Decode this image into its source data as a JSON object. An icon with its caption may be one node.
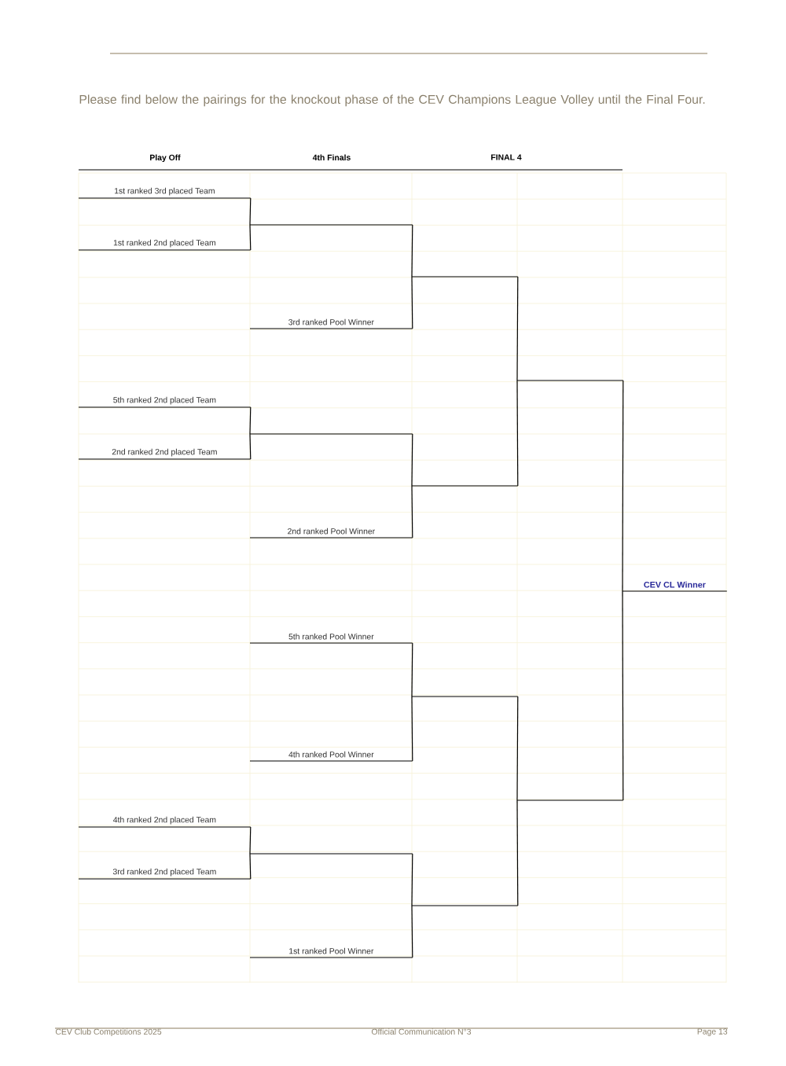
{
  "diagram": {
    "title": "Please find below the pairings for the knockout phase of the CEV Champions League Volley until the Final Four.",
    "nodes": [
      {
        "text": [
          "1st ranked 3rd placed Team"
        ]
      },
      {
        "text": [
          "1st ranked 2nd placed Team"
        ]
      },
      {
        "text": [],
        "shape": "line"
      },
      {
        "text": [
          "3rd ranked Pool Winner"
        ]
      },
      {
        "text": [],
        "shape": "line"
      },
      {
        "text": [
          "5th ranked 2nd placed Team"
        ]
      },
      {
        "text": [
          "2nd ranked 2nd placed Team"
        ]
      },
      {
        "text": [],
        "shape": "line"
      },
      {
        "text": [
          "2nd ranked Pool Winner"
        ]
      },
      {
        "text": [],
        "shape": "line"
      },
      {
        "text": [],
        "shape": "line"
      },
      {
        "text": [
          "5th ranked Pool Winner"
        ]
      },
      {
        "text": [
          "4th ranked Pool Winner"
        ]
      },
      {
        "text": [],
        "shape": "line"
      },
      {
        "text": [
          "4th ranked 2nd placed Team"
        ]
      },
      {
        "text": [
          "3rd ranked 2nd placed Team"
        ]
      },
      {
        "text": [],
        "shape": "line"
      },
      {
        "text": [
          "1st ranked Pool Winner"
        ]
      },
      {
        "text": [],
        "shape": "line"
      },
      {
        "text": [],
        "shape": "line"
      },
      {
        "text": [
          "CEV CL Winner"
        ]
      }
    ],
    "edges": [
      {
        "from": 0,
        "to": 2,
        "arrow": "none"
      },
      {
        "from": 1,
        "to": 2,
        "arrow": "none"
      },
      {
        "from": 2,
        "to": 4,
        "arrow": "none"
      },
      {
        "from": 3,
        "to": 4,
        "arrow": "none"
      },
      {
        "from": 5,
        "to": 7,
        "arrow": "none"
      },
      {
        "from": 6,
        "to": 7,
        "arrow": "none"
      },
      {
        "from": 7,
        "to": 9,
        "arrow": "none"
      },
      {
        "from": 8,
        "to": 9,
        "arrow": "none"
      },
      {
        "from": 4,
        "to": 10,
        "arrow": "none"
      },
      {
        "from": 9,
        "to": 10,
        "arrow": "none"
      },
      {
        "from": 11,
        "to": 13,
        "arrow": "none"
      },
      {
        "from": 12,
        "to": 13,
        "arrow": "none"
      },
      {
        "from": 14,
        "to": 16,
        "arrow": "none"
      },
      {
        "from": 15,
        "to": 16,
        "arrow": "none"
      },
      {
        "from": 16,
        "to": 18,
        "arrow": "none"
      },
      {
        "from": 17,
        "to": 18,
        "arrow": "none"
      },
      {
        "from": 13,
        "to": 19,
        "arrow": "none"
      },
      {
        "from": 18,
        "to": 19,
        "arrow": "none"
      },
      {
        "from": 10,
        "to": 20,
        "arrow": "none"
      },
      {
        "from": 19,
        "to": 20,
        "arrow": "none"
      }
    ],
    "labels": [
      "Play Off",
      "4th Finals",
      "FINAL 4",
      "CEV Club Competitions 2025",
      "Official Communication N°3",
      "Page 13"
    ]
  }
}
